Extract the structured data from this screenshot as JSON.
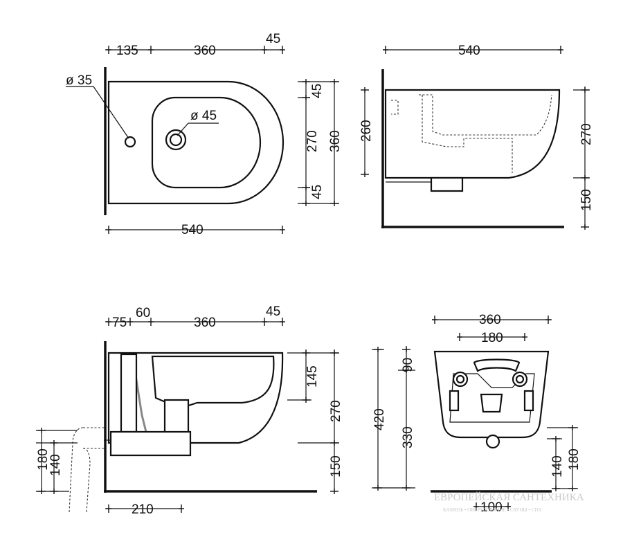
{
  "top_view": {
    "dim_left": "135",
    "dim_mid": "360",
    "dim_right": "45",
    "dim_bottom": "540",
    "dia_left": "ø 35",
    "dia_bowl": "ø 45",
    "dim_v_top": "45",
    "dim_v_mid": "270",
    "dim_v_total": "360",
    "dim_v_bottom": "45"
  },
  "side_view": {
    "dim_top": "540",
    "dim_height": "260",
    "dim_right_height": "270",
    "dim_floor": "150"
  },
  "section_view": {
    "dim_a": "75",
    "dim_b": "60",
    "dim_c": "360",
    "dim_d": "45",
    "dim_r1": "145",
    "dim_r2": "270",
    "dim_r3": "150",
    "dim_l1": "180",
    "dim_l2": "140",
    "dim_bottom": "210"
  },
  "rear_view": {
    "dim_width": "360",
    "dim_inner": "180",
    "dim_h_total": "420",
    "dim_h_mid": "90",
    "dim_h_lower": "330",
    "dim_r1": "140",
    "dim_r2": "180",
    "dim_bottom": "100"
  },
  "watermark": {
    "title": "ЕВРОПЕЙСКАЯ САНТЕХНИКА",
    "subtitle": "КАМЕНЬ • ОБОРУДОВАНИЕ • САУНЫ • СПА"
  }
}
